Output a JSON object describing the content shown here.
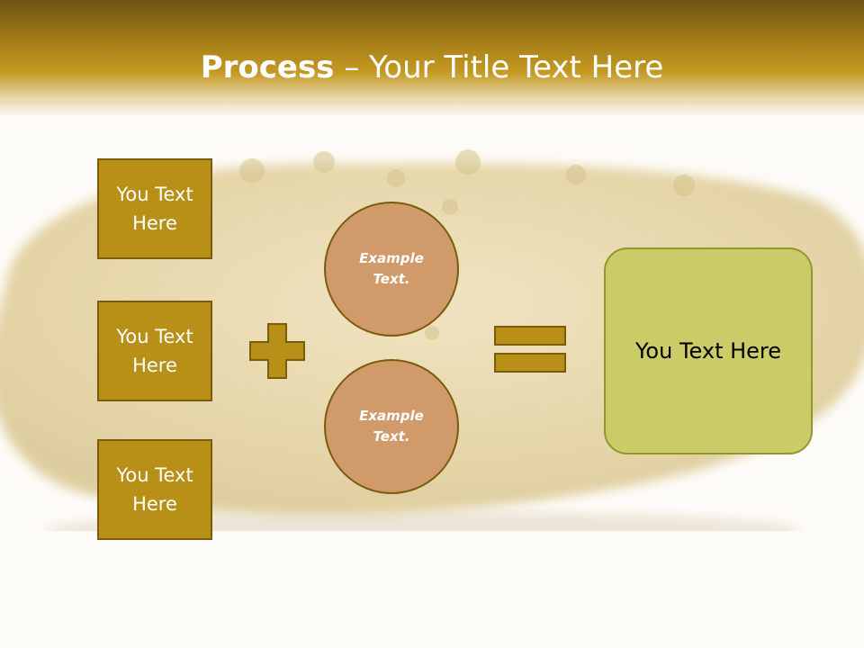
{
  "title": {
    "bold_part": "Process",
    "rest": " – Your Title Text Here"
  },
  "side_boxes": [
    {
      "label": "You Text Here"
    },
    {
      "label": "You Text Here"
    },
    {
      "label": "You Text Here"
    }
  ],
  "circles": [
    {
      "label": "Example Text."
    },
    {
      "label": "Example Text."
    }
  ],
  "result": {
    "label": "You Text Here"
  },
  "colors": {
    "header_top": "#6e5412",
    "header_mid": "#c49a22",
    "box_fill": "#b88f17",
    "box_border": "#7a5c0c",
    "circle_fill": "#d09a6a",
    "result_fill": "#cbcb68",
    "background": "#fdfbf7"
  },
  "icons": {
    "plus": "plus-icon",
    "equals": "equals-icon"
  }
}
